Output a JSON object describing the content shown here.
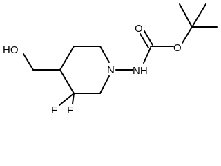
{
  "atoms": {
    "hydroxyl": "HO",
    "ring_nitrogen": "N",
    "amide_nh": "NH",
    "carbonyl_oxygen": "O",
    "ester_oxygen": "O",
    "fluorine_1": "F",
    "fluorine_2": "F"
  },
  "colors": {
    "line": "#000000",
    "background": "#ffffff"
  }
}
